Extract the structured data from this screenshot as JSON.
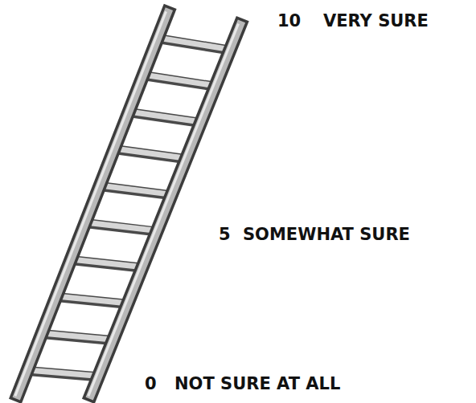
{
  "diagram": {
    "labels": [
      "10",
      "VERY SURE",
      "5",
      "SOMEWHAT SURE",
      "0",
      "NOT SURE AT ALL"
    ]
  }
}
